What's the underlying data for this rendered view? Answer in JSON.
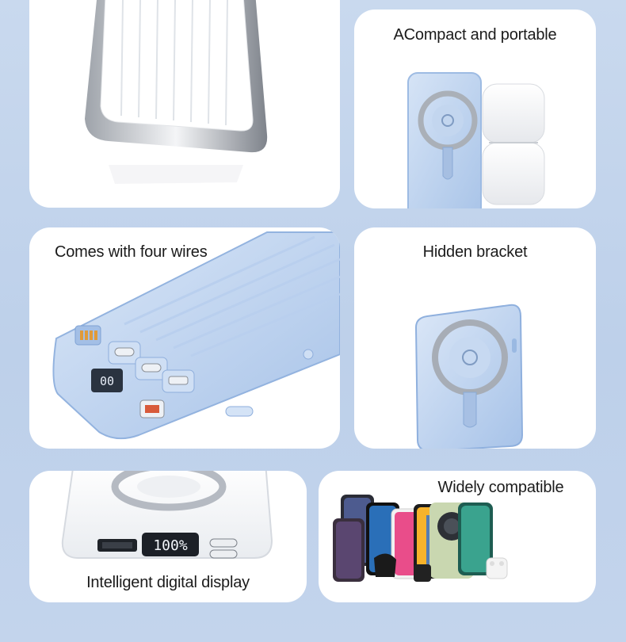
{
  "page": {
    "background_color": "#c4d6ed",
    "card_color": "#ffffff",
    "product_color": "#bcd2ee",
    "accent_blue": "#5b8fd6"
  },
  "cards": [
    {
      "id": "white-powerbank-top",
      "caption": ""
    },
    {
      "id": "compact",
      "caption": "ACompact and portable"
    },
    {
      "id": "four-wires",
      "caption": "Comes with four wires"
    },
    {
      "id": "hidden-bracket",
      "caption": "Hidden bracket"
    },
    {
      "id": "digital-display",
      "caption": "Intelligent digital display",
      "display_reading": "100%"
    },
    {
      "id": "compatible",
      "caption": "Widely compatible"
    }
  ]
}
